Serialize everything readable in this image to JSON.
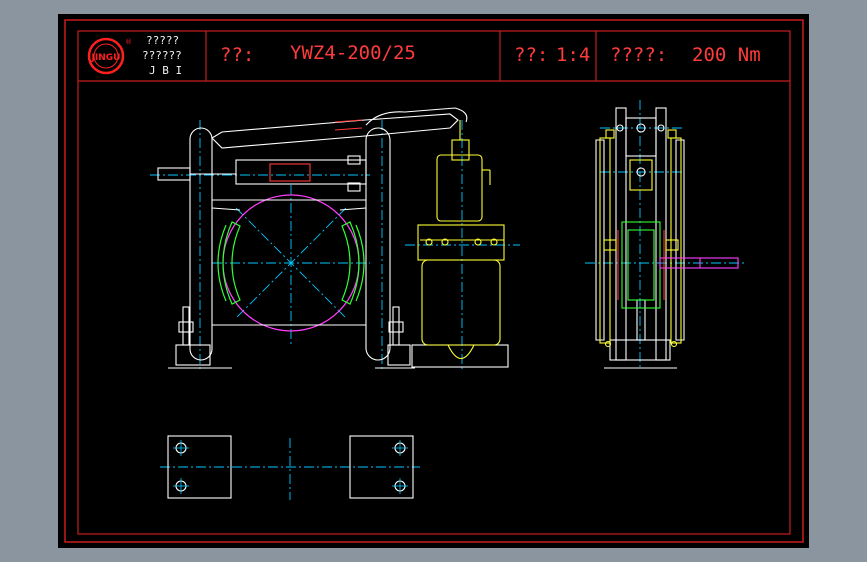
{
  "title_block": {
    "company_line1": "?????",
    "company_line2": "??????",
    "company_line3": "J B I",
    "model_label": "??:",
    "model_value": "YWZ4-200/25",
    "scale_label": "??:",
    "scale_value": "1:4",
    "torque_label": "????:",
    "torque_value": "200 Nm",
    "logo_text": "JINGU",
    "logo_mark": "®"
  },
  "colors": {
    "background": "#8b95a0",
    "sheet": "#000000",
    "frame": "#c81e1e",
    "outline": "#ffffff",
    "centerline": "#00c8ff",
    "thruster": "#ffff33",
    "shoe": "#33ff33",
    "drum": "#ff40ff",
    "title_text": "#ff3b3b"
  }
}
